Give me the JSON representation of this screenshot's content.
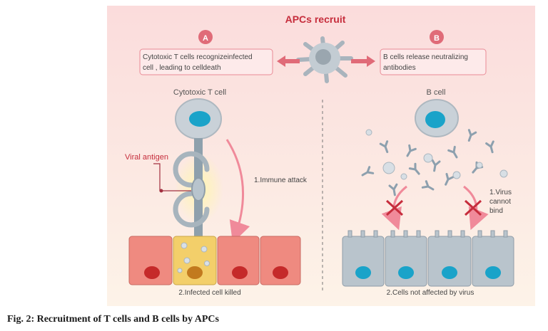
{
  "title": "APCs recruit",
  "panel_a": {
    "badge": "A",
    "box_line1": "Cytotoxic T cells recognizeinfected",
    "box_line2": "cell , leading to celldeath",
    "cell_label": "Cytotoxic T cell",
    "antigen_label": "Viral antigen",
    "step1": "1.Immune attack",
    "step2": "2.Infected cell killed"
  },
  "panel_b": {
    "badge": "B",
    "box_line1": "B cells release neutralizing",
    "box_line2": "antibodies",
    "cell_label": "B cell",
    "step1_line1": "1.Virus",
    "step1_line2": "cannot",
    "step1_line3": "bind",
    "step2": "2.Cells not affected by virus"
  },
  "caption": "Fig. 2: Recruitment of T cells and B cells by APCs",
  "colors": {
    "accent": "#c62d3c",
    "badge": "#e06b78",
    "cell_blue": "#1aa3c9",
    "infected": "#f3cf6a",
    "tissue_red": "#ef8a80",
    "tissue_grey": "#b9c4cc",
    "background_top": "#fbdada",
    "background_bottom": "#fdf1e6"
  }
}
